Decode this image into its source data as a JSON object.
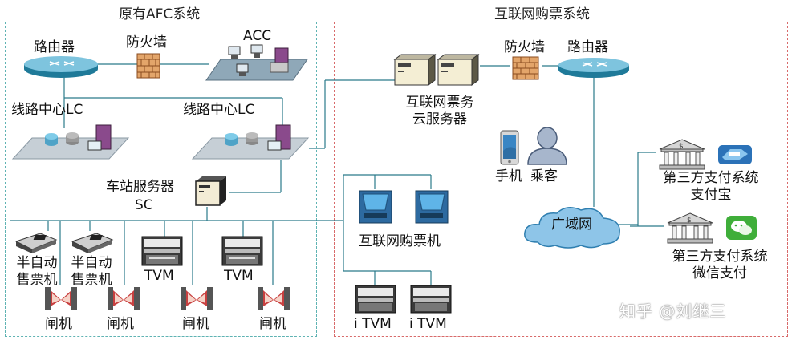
{
  "regions": {
    "left": {
      "title": "原有AFC系统",
      "border_color": "#5fb3b3"
    },
    "right": {
      "title": "互联网购票系统",
      "border_color": "#d86a6a"
    }
  },
  "left": {
    "router": {
      "label": "路由器",
      "icon": "router-icon"
    },
    "firewall": {
      "label": "防火墙",
      "icon": "firewall-icon"
    },
    "acc": {
      "label": "ACC",
      "icon": "acc-network-icon"
    },
    "lc1": {
      "label": "线路中心LC",
      "icon": "line-center-icon"
    },
    "lc2": {
      "label": "线路中心LC",
      "icon": "line-center-icon"
    },
    "sc": {
      "label_line1": "车站服务器",
      "label_line2": "SC",
      "icon": "station-server-icon"
    },
    "semi1": {
      "label": "半自动\n售票机",
      "icon": "semi-auto-ticket-machine-icon"
    },
    "semi2": {
      "label": "半自动\n售票机",
      "icon": "semi-auto-ticket-machine-icon"
    },
    "tvm1": {
      "label": "TVM",
      "icon": "tvm-icon"
    },
    "tvm2": {
      "label": "TVM",
      "icon": "tvm-icon"
    },
    "gates": [
      {
        "label": "闸机",
        "icon": "gate-icon"
      },
      {
        "label": "闸机",
        "icon": "gate-icon"
      },
      {
        "label": "闸机",
        "icon": "gate-icon"
      },
      {
        "label": "闸机",
        "icon": "gate-icon"
      }
    ]
  },
  "right": {
    "cloud_server": {
      "label": "互联网票务\n云服务器",
      "icon": "cloud-server-icon"
    },
    "firewall": {
      "label": "防火墙",
      "icon": "firewall-icon"
    },
    "router": {
      "label": "路由器",
      "icon": "router-icon"
    },
    "phone": {
      "label": "手机",
      "icon": "phone-icon"
    },
    "passenger": {
      "label": "乘客",
      "icon": "passenger-icon"
    },
    "wan": {
      "label": "广域网",
      "icon": "cloud-icon"
    },
    "internet_ticket_machine": {
      "label": "互联网购票机",
      "icon": "internet-ticket-machine-icon"
    },
    "itvm1": {
      "label": "i TVM",
      "icon": "itvm-icon"
    },
    "itvm2": {
      "label": "i TVM",
      "icon": "itvm-icon"
    },
    "alipay": {
      "label": "第三方支付系统\n支付宝",
      "icon": "bank-icon",
      "badge_icon": "alipay-icon"
    },
    "wechat": {
      "label": "第三方支付系统\n微信支付",
      "icon": "bank-icon",
      "badge_icon": "wechat-pay-icon"
    }
  },
  "watermark": "知乎 @刘继三"
}
